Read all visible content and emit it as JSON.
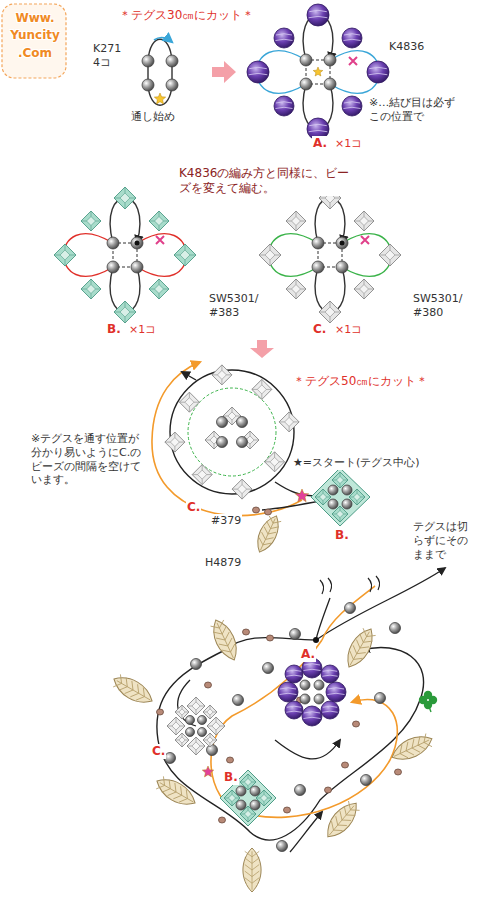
{
  "diagram": {
    "labels": [
      "Www. Yuncity .Com",
      "＊テグス30㎝にカット＊",
      "K271 4コ",
      "通し始め",
      "K4836",
      "※…結び目は必ず この位置で",
      "A.",
      "×1コ",
      "K4836の編み方と同様に、ビーズを変えて編む。",
      "SW5301/ #383",
      "B.",
      "×1コ",
      "SW5301/ #380",
      "C.",
      "×1コ",
      "＊テグス50㎝にカット＊",
      "※テグスを通す位置が分かり易いようにC.のビーズの間隔を空けています。",
      "★=スタート(テグス中心)",
      "C.",
      "B.",
      "#379",
      "H4879",
      "テグスは切らずにそのままで",
      "A.",
      "B.",
      "C."
    ]
  }
}
